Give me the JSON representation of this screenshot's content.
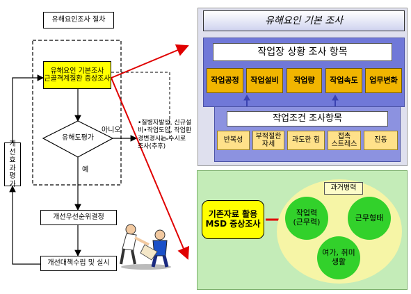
{
  "flowchart": {
    "title": "유해요인조사 절차",
    "step1_line1": "유해요인 기본조사",
    "step1_line2": "근골격계질환 증상조사",
    "decision": "유해도평가",
    "no_label": "아니오",
    "yes_label": "예",
    "step2": "개선우선순위결정",
    "step3": "개선대책수립 및 실시",
    "feedback_label": "개선 효과 평가",
    "note_lines": [
      "•질병자발생, 신규설",
      "비•작업도입, 작업환",
      "경변경시는 수시로",
      "조사(추후)"
    ]
  },
  "basic_survey": {
    "title": "유해요인 기본 조사",
    "site_header": "작업장 상황 조사 항목",
    "site_items": [
      "작업공정",
      "작업설비",
      "작업량",
      "작업속도",
      "업무변화"
    ],
    "cond_header": "작업조건 조사항목",
    "cond_items": [
      {
        "line1": "반복성",
        "line2": ""
      },
      {
        "line1": "부적절한",
        "line2": "자세"
      },
      {
        "line1": "과도한 힘",
        "line2": ""
      },
      {
        "line1": "접촉",
        "line2": "스트레스"
      },
      {
        "line1": "진동",
        "line2": ""
      }
    ]
  },
  "symptom_survey": {
    "source_line1": "기존자료 활용",
    "source_line2": "MSD 증상조사",
    "tag": "과거병력",
    "circle1_line1": "작업력",
    "circle1_line2": "(근무력)",
    "circle2": "근무형태",
    "circle3_line1": "여가, 취미",
    "circle3_line2": "생활"
  },
  "colors": {
    "accent_yellow": "#ffff00",
    "gold": "#f1b500",
    "panel_blue": "#7078d8",
    "panel_green": "#c4ecb8",
    "circle_green": "#32d12b",
    "arrow_red": "#e00000"
  },
  "icons": [
    "worker-lifting-illustration"
  ]
}
